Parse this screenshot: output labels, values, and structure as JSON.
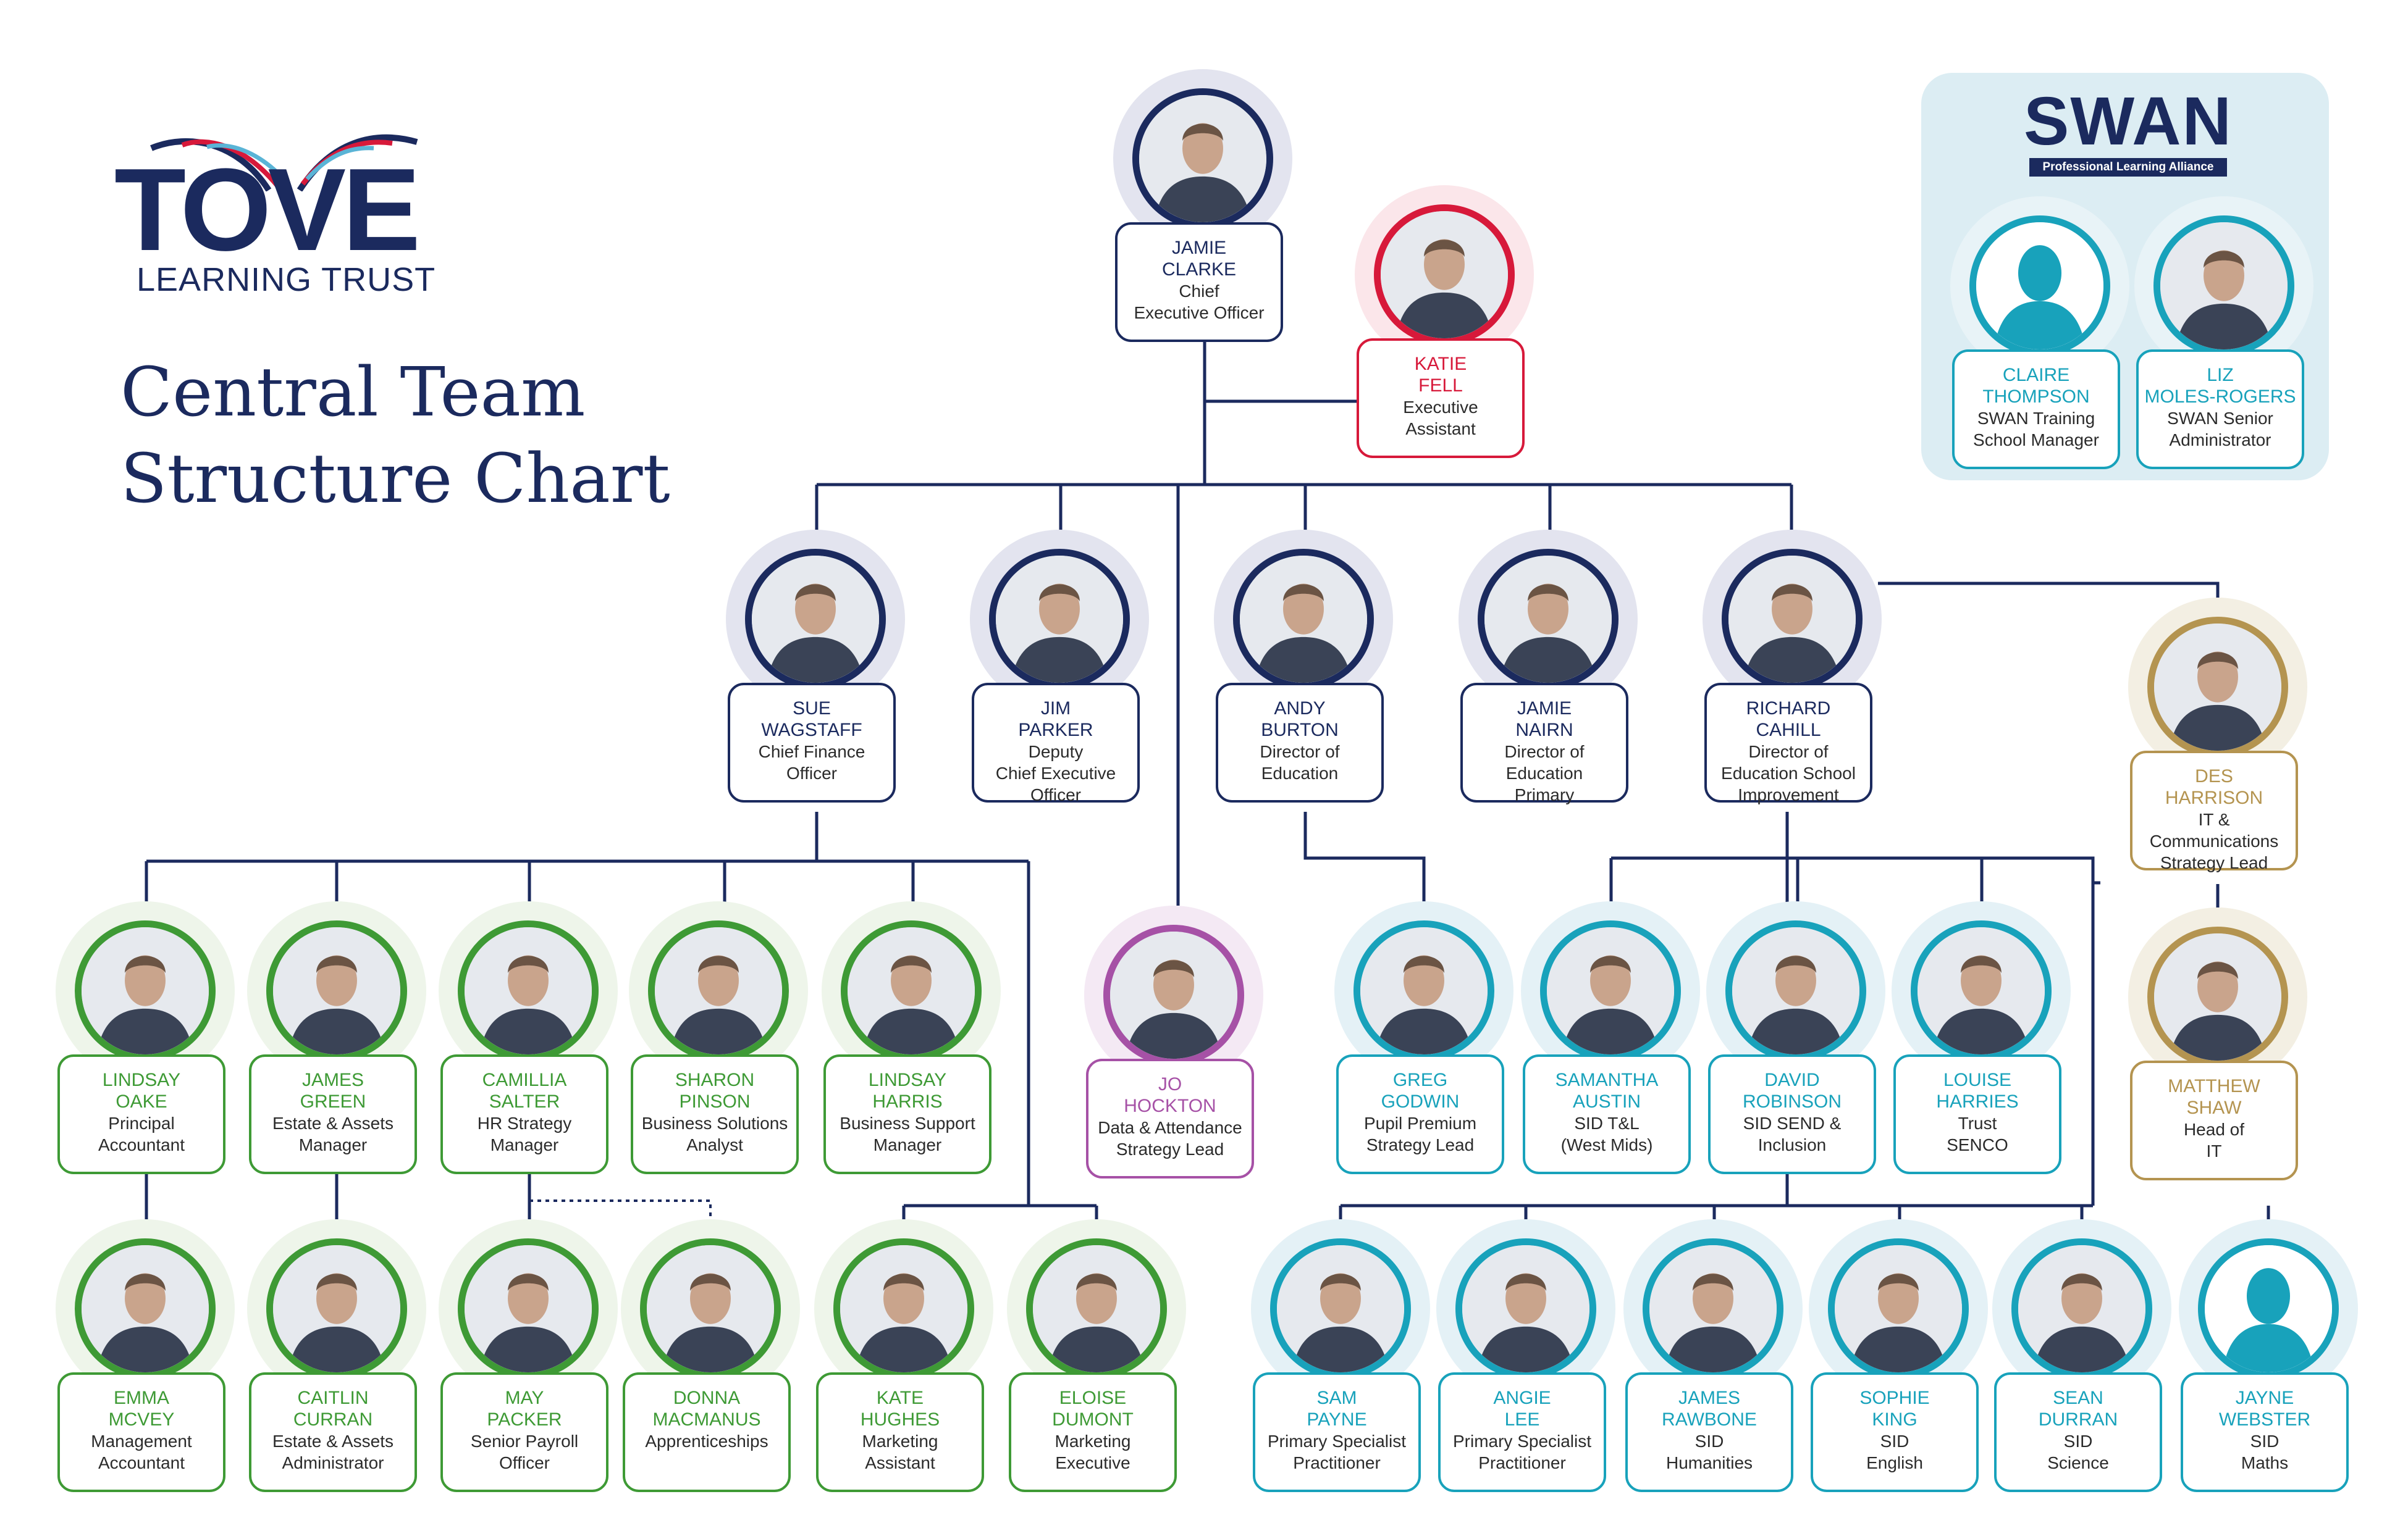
{
  "header": {
    "logo_word": "TOVE",
    "logo_sub": "LEARNING TRUST",
    "title_line1": "Central Team",
    "title_line2": "Structure Chart"
  },
  "swan": {
    "logo_word": "SWAN",
    "tagline": "Professional Learning Alliance"
  },
  "colors": {
    "navy": "#1b2a5e",
    "red": "#d7193a",
    "green": "#3e9a35",
    "purple": "#a651a6",
    "teal": "#18a2bb",
    "gold": "#b49450",
    "swan_panel": "#dcedf3"
  },
  "people": [
    {
      "id": "jamie-clarke",
      "name": "JAMIE\nCLARKE",
      "role": "Chief\nExecutive Officer",
      "theme": "navy",
      "photo": "person-photo"
    },
    {
      "id": "katie-fell",
      "name": "KATIE\nFELL",
      "role": "Executive\nAssistant",
      "theme": "red",
      "photo": "person-photo"
    },
    {
      "id": "claire-thompson",
      "name": "CLAIRE\nTHOMPSON",
      "role": "SWAN Training\nSchool Manager",
      "theme": "swan",
      "photo": "silhouette-icon"
    },
    {
      "id": "liz-moles-rogers",
      "name": "LIZ\nMOLES-ROGERS",
      "role": "SWAN Senior\nAdministrator",
      "theme": "swan",
      "photo": "person-photo"
    },
    {
      "id": "sue-wagstaff",
      "name": "SUE\nWAGSTAFF",
      "role": "Chief Finance\nOfficer",
      "theme": "navy",
      "photo": "person-photo"
    },
    {
      "id": "jim-parker",
      "name": "JIM\nPARKER",
      "role": "Deputy\nChief Executive\nOfficer",
      "theme": "navy",
      "photo": "person-photo"
    },
    {
      "id": "andy-burton",
      "name": "ANDY\nBURTON",
      "role": "Director of\nEducation",
      "theme": "navy",
      "photo": "person-photo"
    },
    {
      "id": "jamie-nairn",
      "name": "JAMIE\nNAIRN",
      "role": "Director of\nEducation\nPrimary",
      "theme": "navy",
      "photo": "person-photo"
    },
    {
      "id": "richard-cahill",
      "name": "RICHARD\nCAHILL",
      "role": "Director of\nEducation School\nImprovement",
      "theme": "navy",
      "photo": "person-photo"
    },
    {
      "id": "des-harrison",
      "name": "DES\nHARRISON",
      "role": "IT &\nCommunications\nStrategy Lead",
      "theme": "gold",
      "photo": "person-photo"
    },
    {
      "id": "lindsay-oake",
      "name": "LINDSAY\nOAKE",
      "role": "Principal\nAccountant",
      "theme": "green",
      "photo": "person-photo"
    },
    {
      "id": "james-green",
      "name": "JAMES\nGREEN",
      "role": "Estate & Assets\nManager",
      "theme": "green",
      "photo": "person-photo"
    },
    {
      "id": "camillia-salter",
      "name": "CAMILLIA\nSALTER",
      "role": "HR Strategy\nManager",
      "theme": "green",
      "photo": "person-photo"
    },
    {
      "id": "sharon-pinson",
      "name": "SHARON\nPINSON",
      "role": "Business Solutions\nAnalyst",
      "theme": "green",
      "photo": "person-photo"
    },
    {
      "id": "lindsay-harris",
      "name": "LINDSAY\nHARRIS",
      "role": "Business Support\nManager",
      "theme": "green",
      "photo": "person-photo"
    },
    {
      "id": "jo-hockton",
      "name": "JO\nHOCKTON",
      "role": "Data & Attendance\nStrategy Lead",
      "theme": "purple",
      "photo": "person-photo"
    },
    {
      "id": "greg-godwin",
      "name": "GREG\nGODWIN",
      "role": "Pupil Premium\nStrategy Lead",
      "theme": "teal",
      "photo": "person-photo"
    },
    {
      "id": "samantha-austin",
      "name": "SAMANTHA\nAUSTIN",
      "role": "SID T&L\n(West Mids)",
      "theme": "teal",
      "photo": "person-photo"
    },
    {
      "id": "david-robinson",
      "name": "DAVID\nROBINSON",
      "role": "SID SEND &\nInclusion",
      "theme": "teal",
      "photo": "person-photo"
    },
    {
      "id": "louise-harries",
      "name": "LOUISE\nHARRIES",
      "role": "Trust\nSENCO",
      "theme": "teal",
      "photo": "person-photo"
    },
    {
      "id": "matthew-shaw",
      "name": "MATTHEW\nSHAW",
      "role": "Head of\nIT",
      "theme": "gold",
      "photo": "person-photo"
    },
    {
      "id": "emma-mcvey",
      "name": "EMMA\nMCVEY",
      "role": "Management\nAccountant",
      "theme": "green",
      "photo": "person-photo"
    },
    {
      "id": "caitlin-curran",
      "name": "CAITLIN\nCURRAN",
      "role": "Estate & Assets\nAdministrator",
      "theme": "green",
      "photo": "person-photo"
    },
    {
      "id": "may-packer",
      "name": "MAY\nPACKER",
      "role": "Senior Payroll\nOfficer",
      "theme": "green",
      "photo": "person-photo"
    },
    {
      "id": "donna-macmanus",
      "name": "DONNA\nMACMANUS",
      "role": "Apprenticeships",
      "theme": "green",
      "photo": "person-photo"
    },
    {
      "id": "kate-hughes",
      "name": "KATE\nHUGHES",
      "role": "Marketing\nAssistant",
      "theme": "green",
      "photo": "person-photo"
    },
    {
      "id": "eloise-dumont",
      "name": "ELOISE\nDUMONT",
      "role": "Marketing\nExecutive",
      "theme": "green",
      "photo": "person-photo"
    },
    {
      "id": "sam-payne",
      "name": "SAM\nPAYNE",
      "role": "Primary Specialist\nPractitioner",
      "theme": "teal",
      "photo": "person-photo"
    },
    {
      "id": "angie-lee",
      "name": "ANGIE\nLEE",
      "role": "Primary Specialist\nPractitioner",
      "theme": "teal",
      "photo": "person-photo"
    },
    {
      "id": "james-rawbone",
      "name": "JAMES\nRAWBONE",
      "role": "SID\nHumanities",
      "theme": "teal",
      "photo": "person-photo"
    },
    {
      "id": "sophie-king",
      "name": "SOPHIE\nKING",
      "role": "SID\nEnglish",
      "theme": "teal",
      "photo": "person-photo"
    },
    {
      "id": "sean-durran",
      "name": "SEAN\nDURRAN",
      "role": "SID\nScience",
      "theme": "teal",
      "photo": "person-photo"
    },
    {
      "id": "jayne-webster",
      "name": "JAYNE\nWEBSTER",
      "role": "SID\nMaths",
      "theme": "teal",
      "photo": "silhouette-icon"
    }
  ]
}
